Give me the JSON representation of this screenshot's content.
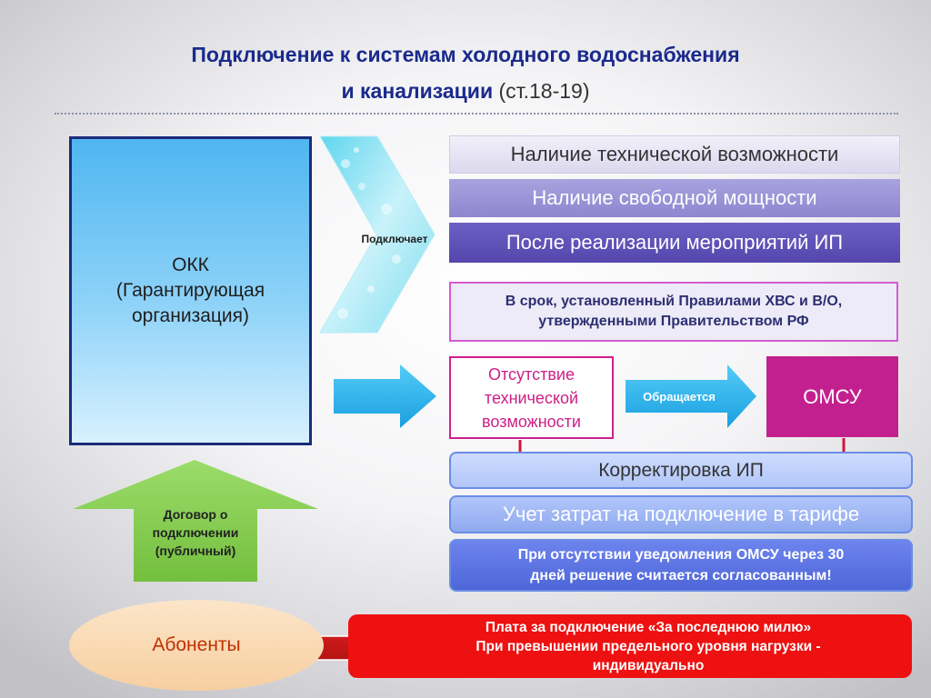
{
  "title": {
    "line1": "Подключение к системам холодного водоснабжения",
    "line2": "и  канализации",
    "ref": "(ст.18-19)"
  },
  "okk": {
    "line1": "ОКК",
    "line2": "(Гарантирующая",
    "line3": "организация)"
  },
  "connects_label": "Подключает",
  "conditions": [
    "Наличие технической возможности",
    "Наличие свободной мощности",
    "После реализации мероприятий ИП"
  ],
  "deadline": {
    "line1": "В срок, установленный Правилами ХВС и В/О,",
    "line2": "утвержденными Правительством РФ"
  },
  "absence": {
    "line1": "Отсутствие",
    "line2": "технической",
    "line3": "возможности"
  },
  "applies_label": "Обращается",
  "omsu": "ОМСУ",
  "correction": "Корректировка ИП",
  "cost_accounting": "Учет затрат на подключение в тарифе",
  "notice": {
    "line1": "При отсутствии уведомления ОМСУ через 30",
    "line2": "дней решение считается согласованным!"
  },
  "contract": {
    "line1": "Договор о",
    "line2": "подключении",
    "line3": "(публичный)"
  },
  "subscribers": "Абоненты",
  "fee": {
    "line1": "Плата за подключение «За последнюю милю»",
    "line2": "При превышении предельного уровня нагрузки -",
    "line3": "индивидуально"
  },
  "colors": {
    "title": "#1a2a8c",
    "okk_fill": "#8fd3f8",
    "okk_border": "#1c2b7a",
    "omsu": "#c3208f",
    "fee_bar": "#ee1111",
    "contract_arrow": "#8cd058",
    "flow_arrow": "#35b6f0",
    "small_arrow": "#d4143c"
  }
}
